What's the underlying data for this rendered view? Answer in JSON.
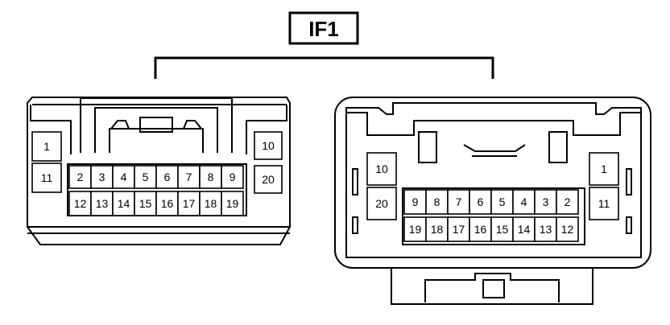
{
  "title": "IF1",
  "left_connector": {
    "side_left": [
      "1",
      "11"
    ],
    "side_right": [
      "10",
      "20"
    ],
    "row_top": [
      "2",
      "3",
      "4",
      "5",
      "6",
      "7",
      "8",
      "9"
    ],
    "row_bottom": [
      "12",
      "13",
      "14",
      "15",
      "16",
      "17",
      "18",
      "19"
    ]
  },
  "right_connector": {
    "side_left": [
      "10",
      "20"
    ],
    "side_right": [
      "1",
      "11"
    ],
    "row_top": [
      "9",
      "8",
      "7",
      "6",
      "5",
      "4",
      "3",
      "2"
    ],
    "row_bottom": [
      "19",
      "18",
      "17",
      "16",
      "15",
      "14",
      "13",
      "12"
    ]
  }
}
